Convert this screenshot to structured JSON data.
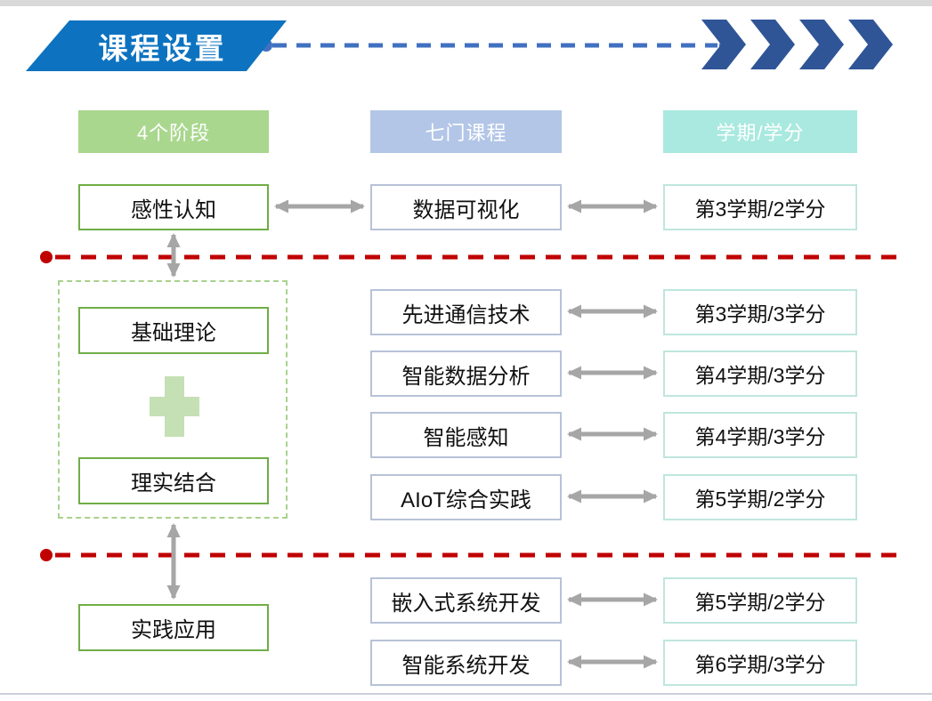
{
  "slide": {
    "title": "课程设置"
  },
  "headers": {
    "stages": "4个阶段",
    "courses": "七门课程",
    "credits": "学期/学分"
  },
  "stages": [
    {
      "label": "感性认知"
    },
    {
      "label": "基础理论"
    },
    {
      "label": "理实结合"
    },
    {
      "label": "实践应用"
    }
  ],
  "courses": [
    {
      "name": "数据可视化",
      "credit": "第3学期/2学分"
    },
    {
      "name": "先进通信技术",
      "credit": "第3学期/3学分"
    },
    {
      "name": "智能数据分析",
      "credit": "第4学期/3学分"
    },
    {
      "name": "智能感知",
      "credit": "第4学期/3学分"
    },
    {
      "name": "AIoT综合实践",
      "credit": "第5学期/2学分"
    },
    {
      "name": "嵌入式系统开发",
      "credit": "第5学期/2学分"
    },
    {
      "name": "智能系统开发",
      "credit": "第6学期/3学分"
    }
  ],
  "icons": {
    "chevron": "chevron-right-icon",
    "plus": "plus-icon",
    "double_arrow": "double-arrow-icon"
  },
  "colors": {
    "title_blue": "#0d73c0",
    "chevron_blue": "#2f5597",
    "connector_blue": "#4070c0",
    "stage_header_green": "#a9d78e",
    "stage_border_green": "#70ad47",
    "courses_header_blue": "#b3c6e7",
    "course_border_blue": "#b7c2d8",
    "credits_header_teal": "#a9e9df",
    "credit_border_teal": "#bfe6dd",
    "divider_red": "#c00000",
    "arrow_gray": "#a6a6a6",
    "plus_green": "#c5e0b4"
  }
}
